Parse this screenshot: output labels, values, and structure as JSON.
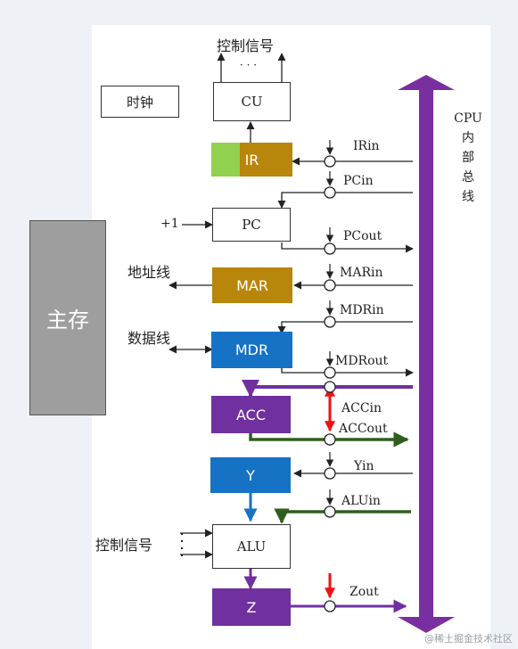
{
  "colors": {
    "bus": "#7a2fa0",
    "green_arrow": "#2f5e1e",
    "blue": "#1672c4",
    "purple": "#7030a0",
    "gold": "#b8860b",
    "light_green": "#92d050",
    "red": "#ee1111",
    "gray": "#9e9e9e"
  },
  "labels": {
    "top_control": "控制信号",
    "dots": "· · ·",
    "clock": "时钟",
    "main_memory": "主存",
    "address_line": "地址线",
    "data_line": "数据线",
    "plus_one": "+1",
    "bottom_control": "控制信号",
    "bus_label": [
      "CPU",
      "内",
      "部",
      "总",
      "线"
    ],
    "watermark": "@稀土掘金技术社区"
  },
  "units": {
    "cu": "CU",
    "ir": "IR",
    "pc": "PC",
    "mar": "MAR",
    "mdr": "MDR",
    "acc": "ACC",
    "y": "Y",
    "alu": "ALU",
    "z": "Z"
  },
  "signals": {
    "irin": "IRin",
    "pcin": "PCin",
    "pcout": "PCout",
    "marin": "MARin",
    "mdrin": "MDRin",
    "mdrout": "MDRout",
    "accin": "ACCin",
    "accout": "ACCout",
    "yin": "Yin",
    "aluin": "ALUin",
    "zout": "Zout"
  }
}
